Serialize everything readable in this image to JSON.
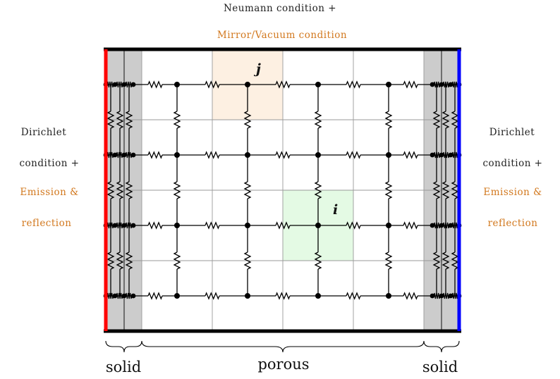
{
  "top_label": {
    "line1": "Neumann condition +",
    "line2": "Mirror/Vacuum condition"
  },
  "left_label": {
    "line1": "Dirichlet",
    "line2": "condition +",
    "line3": "Emission &",
    "line4": "reflection"
  },
  "right_label": {
    "line1": "Dirichlet",
    "line2": "condition +",
    "line3": "Emission &",
    "line4": "reflection"
  },
  "bottom_labels": {
    "left_solid": "solid",
    "porous": "porous",
    "right_solid": "solid"
  },
  "node_labels": {
    "j": "j",
    "i": "i"
  },
  "colors": {
    "left_boundary": "#ff0000",
    "right_boundary": "#0000ff",
    "solid_region": "#cccccc",
    "highlight_j": "#fdf0e2",
    "highlight_i": "#e4fae4",
    "accent_text": "#d2781e"
  }
}
